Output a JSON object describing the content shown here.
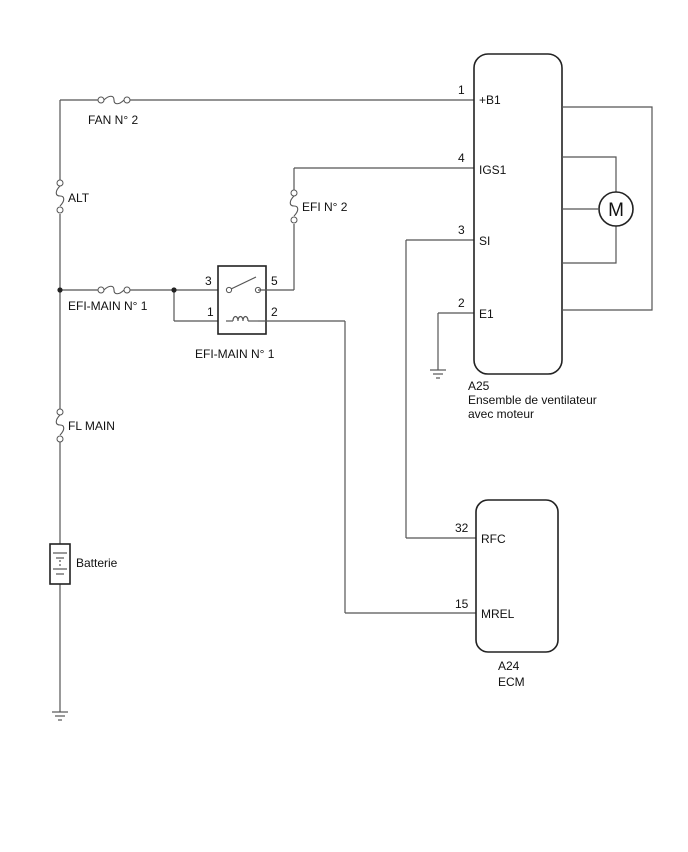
{
  "fuses": {
    "fan_no2": "FAN N° 2",
    "alt": "ALT",
    "efi_no2": "EFI N° 2",
    "efi_main_no1": "EFI-MAIN N° 1",
    "fl_main": "FL MAIN"
  },
  "battery": {
    "label": "Batterie"
  },
  "relay": {
    "label": "EFI-MAIN N° 1",
    "pins": {
      "p3": "3",
      "p5": "5",
      "p1": "1",
      "p2": "2"
    }
  },
  "fan_assembly": {
    "code": "A25",
    "name_line1": "Ensemble de ventilateur",
    "name_line2": "avec moteur",
    "motor_symbol": "M",
    "pins": [
      {
        "num": "1",
        "name": "+B1"
      },
      {
        "num": "4",
        "name": "IGS1"
      },
      {
        "num": "3",
        "name": "SI"
      },
      {
        "num": "2",
        "name": "E1"
      }
    ]
  },
  "ecm": {
    "code": "A24",
    "name": "ECM",
    "pins": [
      {
        "num": "32",
        "name": "RFC"
      },
      {
        "num": "15",
        "name": "MREL"
      }
    ]
  },
  "colors": {
    "wire": "#555555",
    "outline": "#222222",
    "text": "#111111"
  }
}
